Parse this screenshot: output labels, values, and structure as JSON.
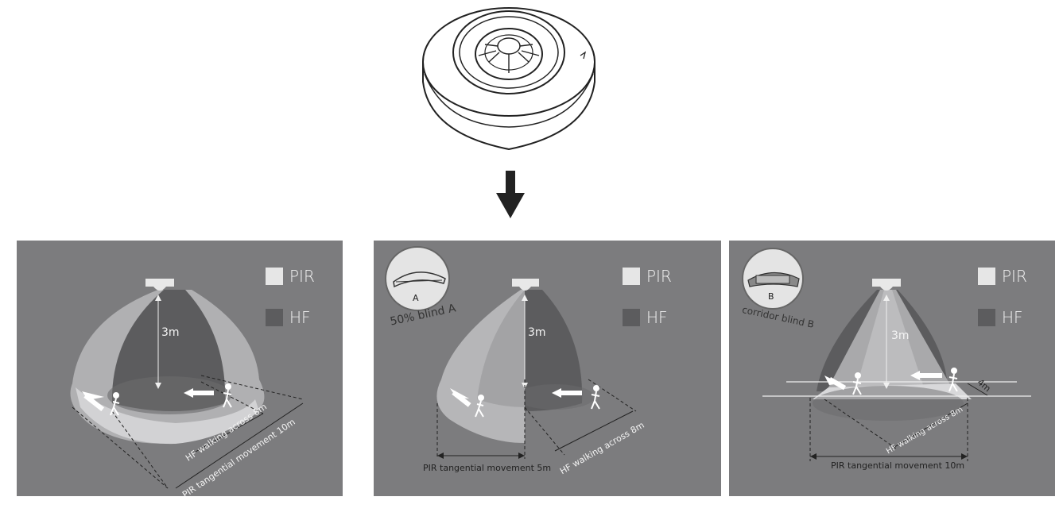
{
  "legend": {
    "pir": "PIR",
    "hf": "HF"
  },
  "colors": {
    "panel": "#7c7c7e",
    "pir": "#e6e6e6",
    "hf": "#5c5c5e"
  },
  "panel_1": {
    "height": "3m",
    "hf_walking": "HF walking across 8m",
    "pir_tangential": "PIR tangential movement 10m"
  },
  "panel_2": {
    "inset_letter": "A",
    "inset_caption": "50% blind A",
    "height": "3m",
    "pir_tangential": "PIR tangential movement 5m",
    "hf_walking": "HF walking across 8m"
  },
  "panel_3": {
    "inset_letter": "B",
    "inset_caption": "corridor blind B",
    "height": "3m",
    "distance": "4m",
    "hf_walking": "HF walking across 8m",
    "pir_tangential": "PIR tangential movement 10m"
  }
}
